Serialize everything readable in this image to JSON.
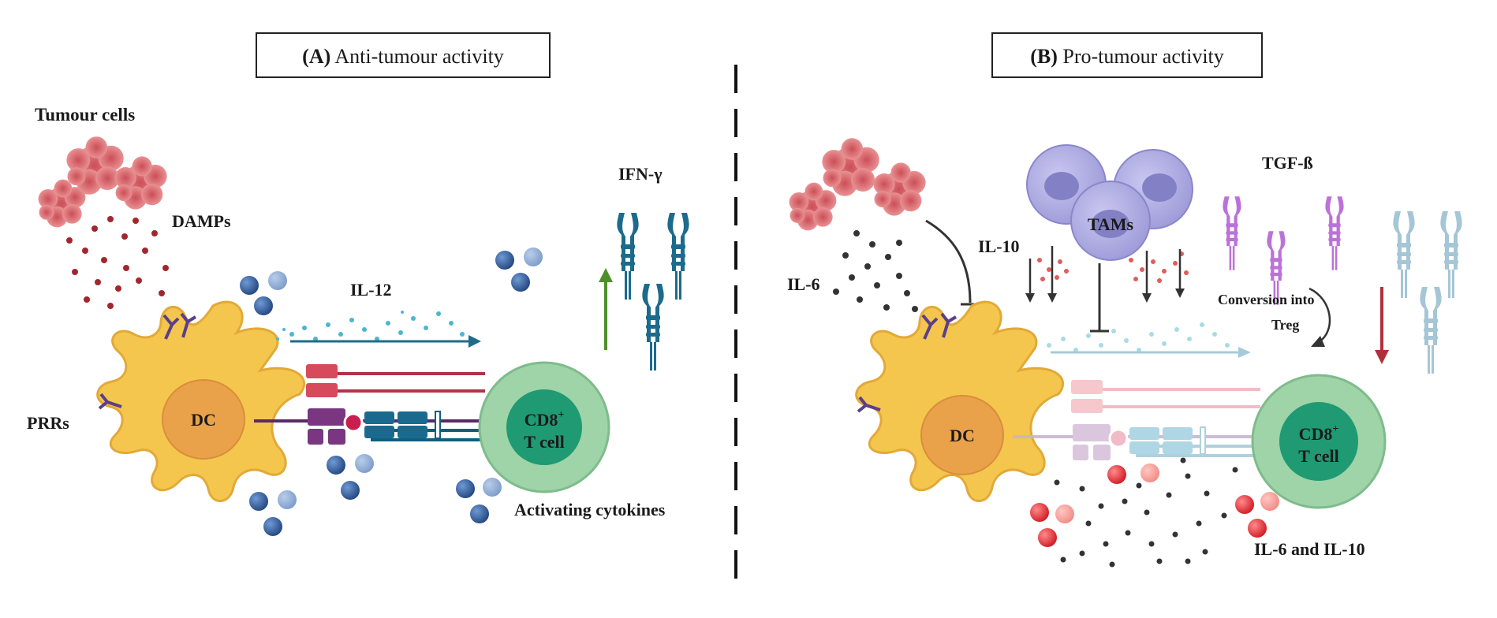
{
  "panels": {
    "a": {
      "prefix": "(A)",
      "title": "Anti-tumour activity"
    },
    "b": {
      "prefix": "(B)",
      "title": "Pro-tumour activity"
    }
  },
  "labels": {
    "tumour_cells": "Tumour cells",
    "damps": "DAMPs",
    "ifn_gamma": "IFN-γ",
    "il12": "IL-12",
    "prrs": "PRRs",
    "dc": "DC",
    "cd8": "CD8",
    "cd8_sup": "+",
    "t_cell": "T cell",
    "activating_cytokines": "Activating cytokines",
    "il6": "IL-6",
    "il10": "IL-10",
    "tams": "TAMs",
    "tgf_beta": "TGF-ß",
    "conversion_into": "Conversion into",
    "treg": "Treg",
    "il6_and_il10": "IL-6 and IL-10"
  },
  "colors": {
    "dc_body": "#f4c64e",
    "dc_nucleus": "#eaa24a",
    "tcell_outer": "#9fd3a8",
    "tcell_inner": "#1f9a72",
    "tumour": "#e37e80",
    "damp_dot": "#a1272e",
    "cytokine_blue": "#2f5c98",
    "ifn": "#1c6b8c",
    "tam": "#a9a7df",
    "tgf": "#b05ad2",
    "red_dot": "#e0222b",
    "green_arrow": "#4f8f2a",
    "red_arrow": "#b0303a"
  }
}
